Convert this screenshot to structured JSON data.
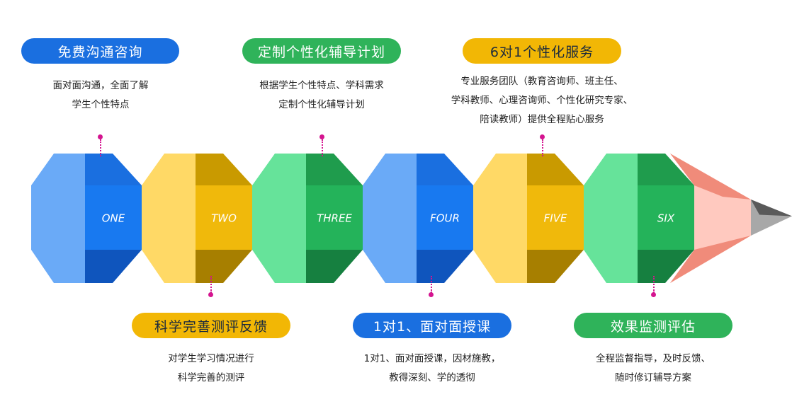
{
  "steps": [
    {
      "label": "ONE",
      "title": "免费沟通咨询",
      "lines": [
        "面对面沟通，全面了解",
        "学生个性特点"
      ]
    },
    {
      "label": "TWO",
      "title": "科学完善测评反馈",
      "lines": [
        "对学生学习情况进行",
        "科学完善的测评"
      ]
    },
    {
      "label": "THREE",
      "title": "定制个性化辅导计划",
      "lines": [
        "根据学生个性特点、学科需求",
        "定制个性化辅导计划"
      ]
    },
    {
      "label": "FOUR",
      "title": "1对1、面对面授课",
      "lines": [
        "1对1、面对面授课，因材施教，",
        "教得深刻、学的透彻"
      ]
    },
    {
      "label": "FIVE",
      "title": "6对1个性化服务",
      "lines": [
        "专业服务团队（教育咨询师、班主任、",
        "学科教师、心理咨询师、个性化研究专家、",
        "陪读教师）提供全程贴心服务"
      ]
    },
    {
      "label": "SIX",
      "title": "效果监测评估",
      "lines": [
        "全程监督指导，及时反馈、",
        "随时修订辅导方案"
      ]
    }
  ],
  "colors": {
    "blue_light": "#6aaaf7",
    "blue_mid": "#1a6fe0",
    "blue_dark": "#0f55bd",
    "blue_face": "#1879f0",
    "yellow_light": "#ffd966",
    "yellow_mid": "#c99a00",
    "yellow_dark": "#a77f00",
    "yellow_face": "#f0b90b",
    "green_light": "#66e39a",
    "green_mid": "#1f9c4d",
    "green_dark": "#168040",
    "green_face": "#24b35a",
    "tip_wood": "#ffc9bf",
    "tip_dark": "#f08b7a",
    "lead_light": "#a8a8a8",
    "lead_dark": "#5a5a5a",
    "pill_blue": "#1a6fe0",
    "pill_green": "#2fb35a",
    "pill_yellow": "#f2b705",
    "stem": "#d4148f"
  }
}
